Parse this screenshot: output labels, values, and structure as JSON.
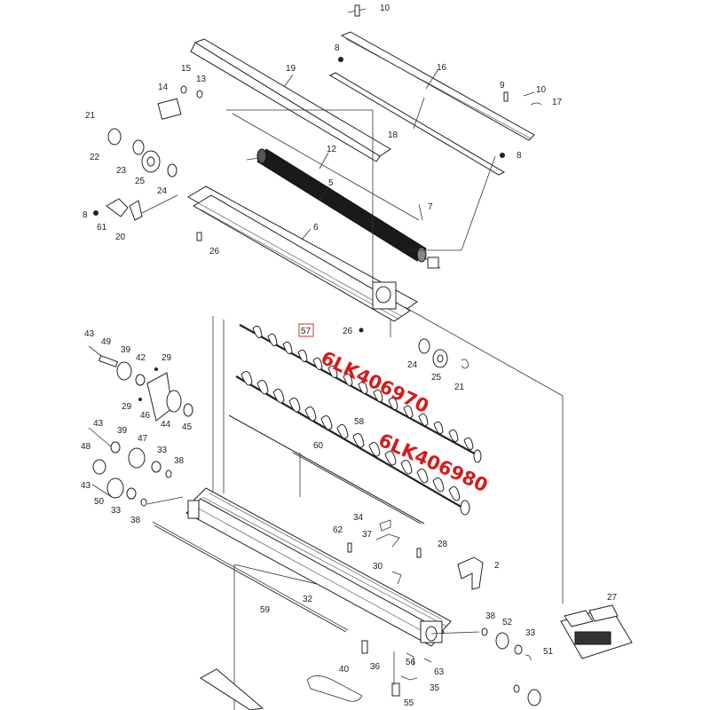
{
  "callouts": {
    "c10a": "10",
    "c8a": "8",
    "c16": "16",
    "c9": "9",
    "c10b": "10",
    "c17": "17",
    "c18": "18",
    "c8b": "8",
    "c19": "19",
    "c15": "15",
    "c13": "13",
    "c14": "14",
    "c21a": "21",
    "c22": "22",
    "c23": "23",
    "c25a": "25",
    "c24a": "24",
    "c12": "12",
    "c5": "5",
    "c7": "7",
    "c8c": "8",
    "c61": "61",
    "c20": "20",
    "c6": "6",
    "c26a": "26",
    "c26b": "26",
    "c57": "57",
    "c24b": "24",
    "c25b": "25",
    "c21b": "21",
    "c43a": "43",
    "c49": "49",
    "c39a": "39",
    "c42": "42",
    "c29a": "29",
    "c29b": "29",
    "c46": "46",
    "c44": "44",
    "c45": "45",
    "c43b": "43",
    "c39b": "39",
    "c47": "47",
    "c33a": "33",
    "c48": "48",
    "c38a": "38",
    "c58": "58",
    "c60": "60",
    "c43c": "43",
    "c50": "50",
    "c33b": "33",
    "c38b": "38",
    "c34": "34",
    "c37": "37",
    "c62": "62",
    "c28": "28",
    "c30": "30",
    "c2": "2",
    "c32": "32",
    "c59": "59",
    "c27": "27",
    "c38c": "38",
    "c52": "52",
    "c33c": "33",
    "c51": "51",
    "c36": "36",
    "c56": "56",
    "c63": "63",
    "c35": "35",
    "c55": "55",
    "c40": "40"
  },
  "part_numbers": {
    "upper_screw": "6LK406970",
    "lower_screw": "6LK406980"
  },
  "colors": {
    "accent_red": "#d41c1c",
    "line": "#333333"
  }
}
